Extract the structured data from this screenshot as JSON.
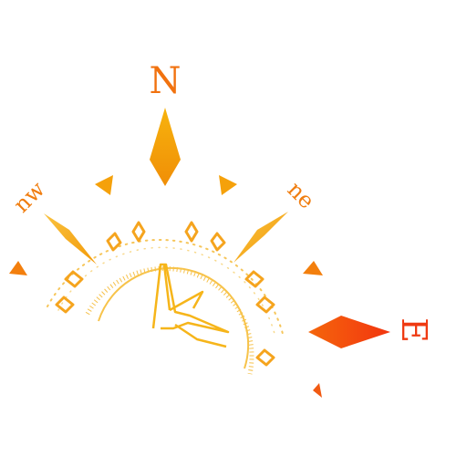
{
  "compass": {
    "labels": {
      "north": "N",
      "east": "E",
      "northwest": "nw",
      "northeast": "ne"
    },
    "colors": {
      "orange": "#f5a10b",
      "red_orange": "#f24a12",
      "light_yellow": "#f7c343",
      "pale_gold": "#f5d377"
    },
    "icon": "compass-rose-icon"
  }
}
